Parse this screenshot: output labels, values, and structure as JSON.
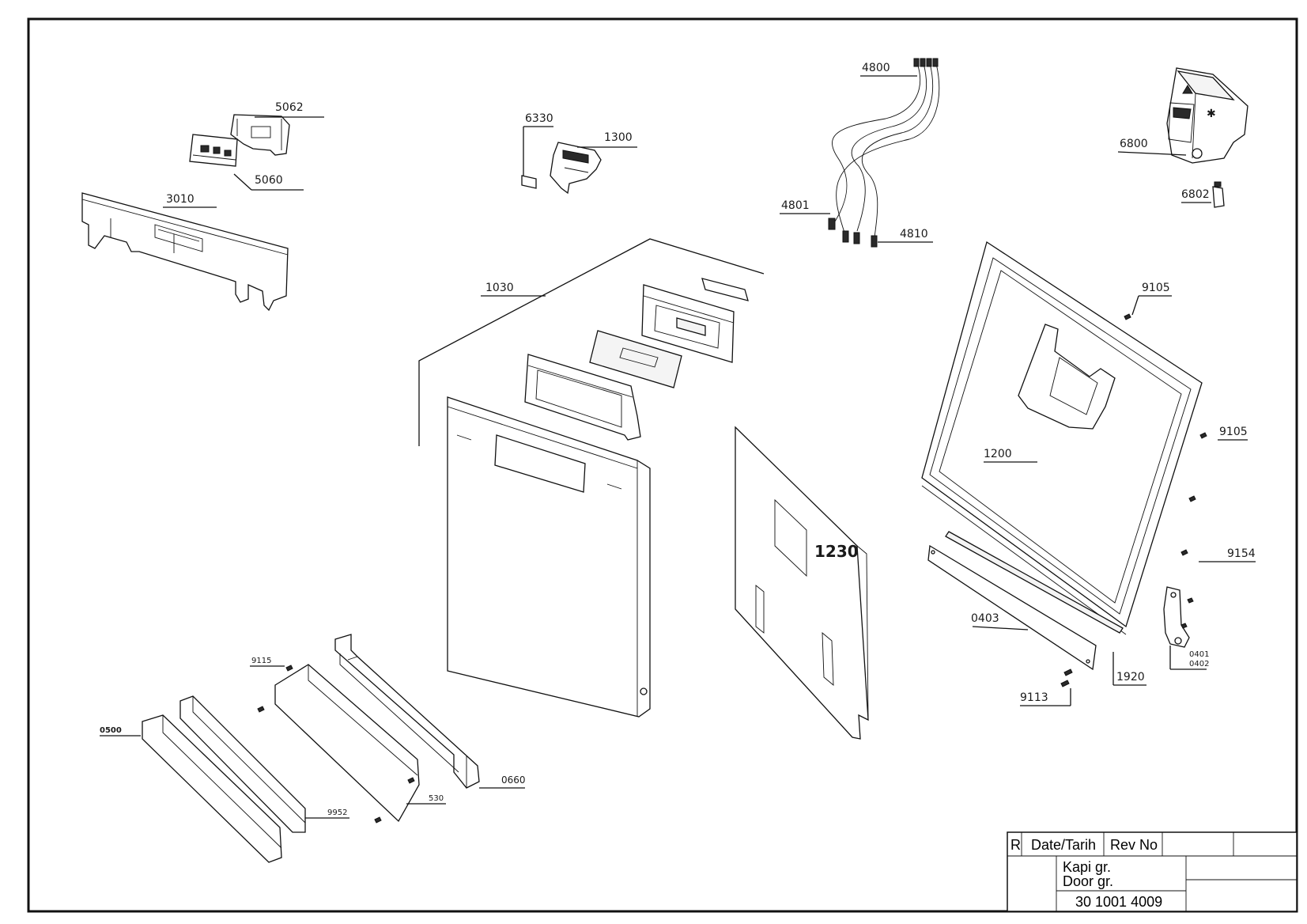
{
  "labels": {
    "p5062": "5062",
    "p5060": "5060",
    "p3010": "3010",
    "p6330": "6330",
    "p1300": "1300",
    "p4800": "4800",
    "p4801": "4801",
    "p4810": "4810",
    "p6800": "6800",
    "p6802": "6802",
    "p1030": "1030",
    "p9105a": "9105",
    "p9105b": "9105",
    "p1200": "1200",
    "p1230": "1230",
    "p9154": "9154",
    "p0403": "0403",
    "p0401": "0401",
    "p0402": "0402",
    "p1920": "1920",
    "p9113": "9113",
    "p9115": "9115",
    "p0500": "0500",
    "p9952": "9952",
    "p530": "530",
    "p0660": "0660"
  },
  "title_block": {
    "rev_col": "R",
    "date_col": "Date/Tarih",
    "revno_col": "Rev No",
    "name_tr": "Kapi gr.",
    "name_en": "Door gr.",
    "drawing_no": "30 1001 4009"
  }
}
